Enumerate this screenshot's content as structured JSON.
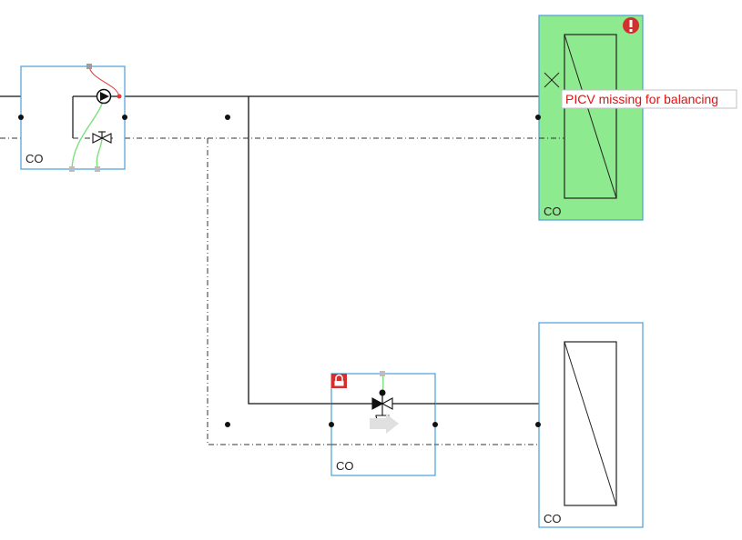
{
  "canvas": {
    "background": "#ffffff"
  },
  "colors": {
    "supply_line": "#111111",
    "return_line": "#333333",
    "component_border": "#4a9fd8",
    "terminal_fill": "#ffffff",
    "selected_fill": "#8eea8e",
    "selected_border": "#2e8b57",
    "error_badge": "#d32f2f",
    "lock_badge": "#d32f2f",
    "warning_text": "#e01010",
    "signal_red": "#e53935",
    "signal_green": "#7be07b",
    "connector_grey": "#9e9e9e"
  },
  "components": {
    "pump_group": {
      "label": "CO",
      "icons": [
        "pump-icon",
        "balancing-valve-icon"
      ]
    },
    "terminal_unit_top": {
      "label": "CO",
      "status_icon": "error-badge-icon"
    },
    "control_valve": {
      "label": "CO",
      "status_icon": "lock-icon",
      "icons": [
        "three-way-valve-icon",
        "actuator-icon",
        "flow-arrow-icon"
      ]
    },
    "terminal_unit_bottom": {
      "label": "CO"
    }
  },
  "warning": {
    "text": "PICV missing for balancing"
  }
}
